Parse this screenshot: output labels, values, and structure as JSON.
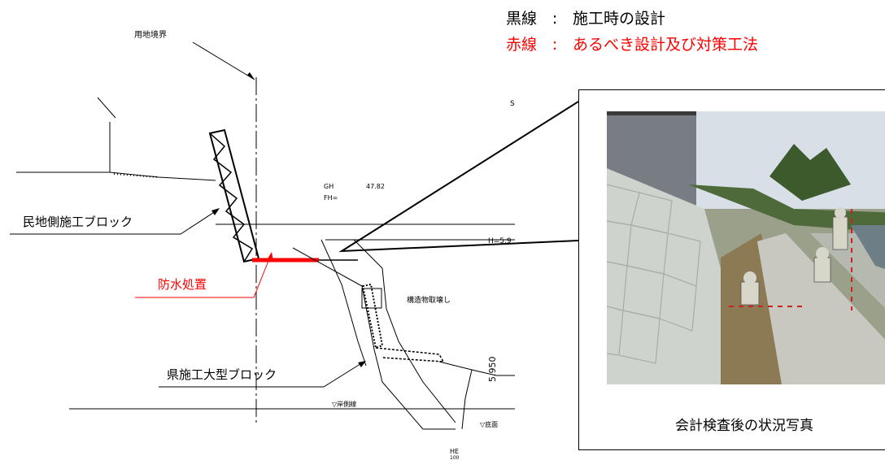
{
  "legend": {
    "black_key": "黒線",
    "black_sep": ":",
    "black_text": "施工時の設計",
    "red_key": "赤線",
    "red_sep": ":",
    "red_text": "あるべき設計及び対策工法",
    "colors": {
      "black": "#000000",
      "red": "#ff0000"
    }
  },
  "drawing": {
    "boundary_label": "用地境界",
    "gh_label": "GH",
    "gh_value": "47.82",
    "fh_label": "FH=",
    "h_label": "H=5.9",
    "structure_removal": "構造物取壊し",
    "dimension": "5.950",
    "water_level_1": "▽岸側線",
    "water_level_2": "▽底面",
    "bottom_mark": "HE",
    "bottom_mark_num": "100",
    "top_right_mark": "S"
  },
  "callouts": {
    "private_block": "民地側施工ブロック",
    "waterproof": "防水処置",
    "pref_block": "県施工大型ブロック"
  },
  "photo": {
    "caption": "会計検査後の状況写真"
  }
}
